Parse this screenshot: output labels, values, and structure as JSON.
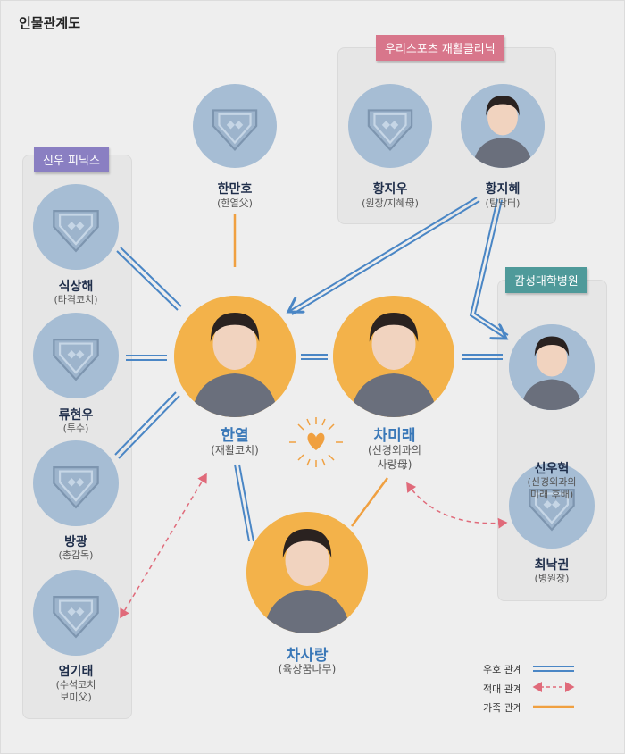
{
  "title": "인물관계도",
  "groups": {
    "phoenix": "신우 피닉스",
    "clinic": "우리스포츠 재활클리닉",
    "hospital": "감성대학병원"
  },
  "characters": {
    "hanmanho": {
      "name": "한만호",
      "role": "(한열父)"
    },
    "hwangjiwoo": {
      "name": "황지우",
      "role": "(원장/지혜母)"
    },
    "hwangjihye": {
      "name": "황지혜",
      "role": "(팀닥터)"
    },
    "siksanghae": {
      "name": "식상해",
      "role": "(타격코치)"
    },
    "ryuhyunwoo": {
      "name": "류현우",
      "role": "(투수)"
    },
    "banggwang": {
      "name": "방광",
      "role": "(총감독)"
    },
    "eomgitae": {
      "name": "엄기태",
      "role1": "(수석코치",
      "role2": "보미父)"
    },
    "hanyeol": {
      "name": "한열",
      "role": "(재활코치)"
    },
    "chamirae": {
      "name": "차미래",
      "role1": "(신경외과의",
      "role2": "사랑母)"
    },
    "shinwoohyuk": {
      "name": "신우혁",
      "role1": "(신경외과의",
      "role2": "미래 후배)"
    },
    "choinakgwon": {
      "name": "최낙권",
      "role": "(병원장)"
    },
    "chasarang": {
      "name": "차사랑",
      "role": "(육상꿈나무)"
    }
  },
  "legend": {
    "friendly": "우호 관계",
    "hostile": "적대 관계",
    "family": "가족 관계"
  },
  "colors": {
    "friendly": "#4a86c5",
    "hostile": "#e06a7a",
    "family": "#f0a040",
    "phoenix": "#8a7fc2",
    "clinic": "#d8768b",
    "hospital": "#4f9a9a"
  }
}
